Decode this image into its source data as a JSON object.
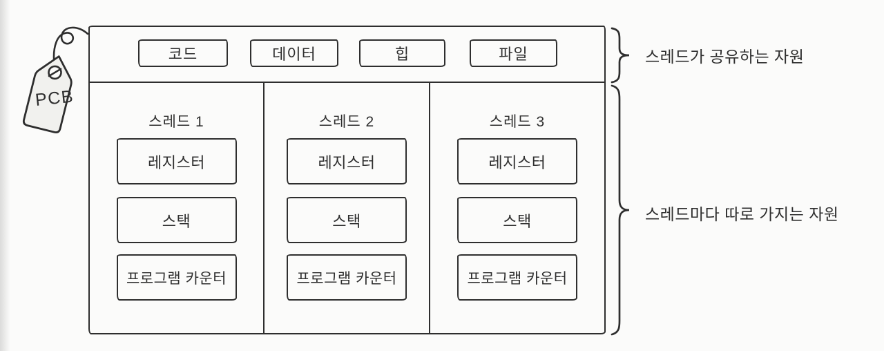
{
  "colors": {
    "ink": "#2e2e2e",
    "background": "#fbfbfa",
    "tag_fill": "#f1f1ee"
  },
  "pcb_tag": {
    "label": "PCB"
  },
  "shared": {
    "items": [
      {
        "label": "코드"
      },
      {
        "label": "데이터"
      },
      {
        "label": "힙"
      },
      {
        "label": "파일"
      }
    ],
    "annotation": "스레드가 공유하는 자원"
  },
  "threads": {
    "annotation": "스레드마다 따로 가지는 자원",
    "columns": [
      {
        "title": "스레드 1",
        "resources": [
          {
            "label": "레지스터"
          },
          {
            "label": "스택"
          },
          {
            "label": "프로그램 카운터"
          }
        ]
      },
      {
        "title": "스레드 2",
        "resources": [
          {
            "label": "레지스터"
          },
          {
            "label": "스택"
          },
          {
            "label": "프로그램 카운터"
          }
        ]
      },
      {
        "title": "스레드 3",
        "resources": [
          {
            "label": "레지스터"
          },
          {
            "label": "스택"
          },
          {
            "label": "프로그램 카운터"
          }
        ]
      }
    ]
  }
}
